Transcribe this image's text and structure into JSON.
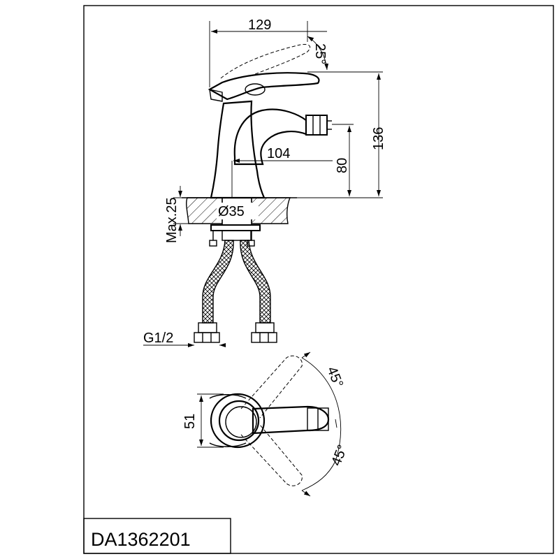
{
  "drawing": {
    "product_code": "DA1362201",
    "dimensions": {
      "overall_length": "129",
      "lever_angle": "25°",
      "total_height": "136",
      "spout_height": "80",
      "spout_reach": "104",
      "max_deck_thickness": "Max.25",
      "hole_diameter": "Ø35",
      "connection_thread": "G1/2",
      "body_width": "51",
      "swivel_angle_top": "45°",
      "swivel_angle_bottom": "45°"
    }
  }
}
